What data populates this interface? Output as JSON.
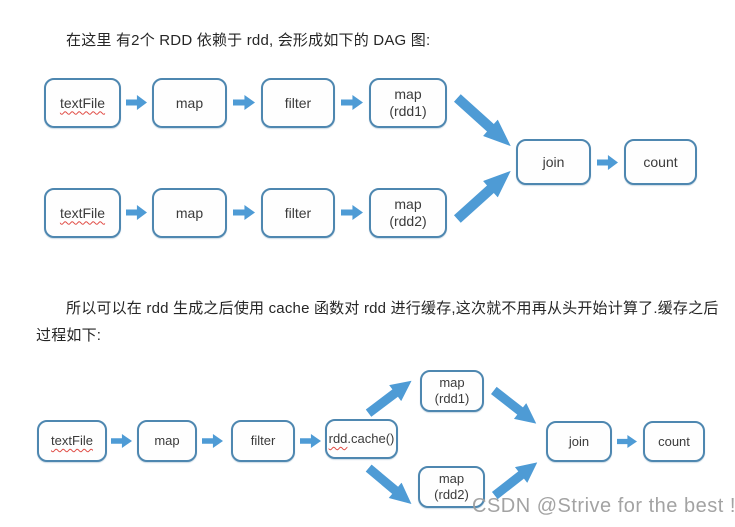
{
  "intro": {
    "paragraph_dag": "在这里 有2个 RDD 依赖于 rdd, 会形成如下的 DAG 图:",
    "paragraph_cache": "所以可以在 rdd 生成之后使用 cache 函数对 rdd 进行缓存,这次就不用再从头开始计算了.缓存之后过程如下:"
  },
  "diagram1": {
    "rows": [
      {
        "textfile": "textFile",
        "map": "map",
        "filter": "filter",
        "map_rdd": "map\n(rdd1)"
      },
      {
        "textfile": "textFile",
        "map": "map",
        "filter": "filter",
        "map_rdd": "map\n(rdd2)"
      }
    ],
    "join": "join",
    "count": "count"
  },
  "diagram2": {
    "textfile": "textFile",
    "map": "map",
    "filter": "filter",
    "cache_word": "rdd",
    "cache_rest": ".cache()",
    "map_rdd1": "map\n(rdd1)",
    "map_rdd2": "map\n(rdd2)",
    "join": "join",
    "count": "count"
  },
  "watermark": "CSDN @Strive for the best !",
  "colors": {
    "box_border": "#4e87b0",
    "arrow_blue": "#4e9bd5",
    "squiggle_red": "#e04a43",
    "text": "#262626",
    "watermark_gray": "#9e9e9e"
  }
}
